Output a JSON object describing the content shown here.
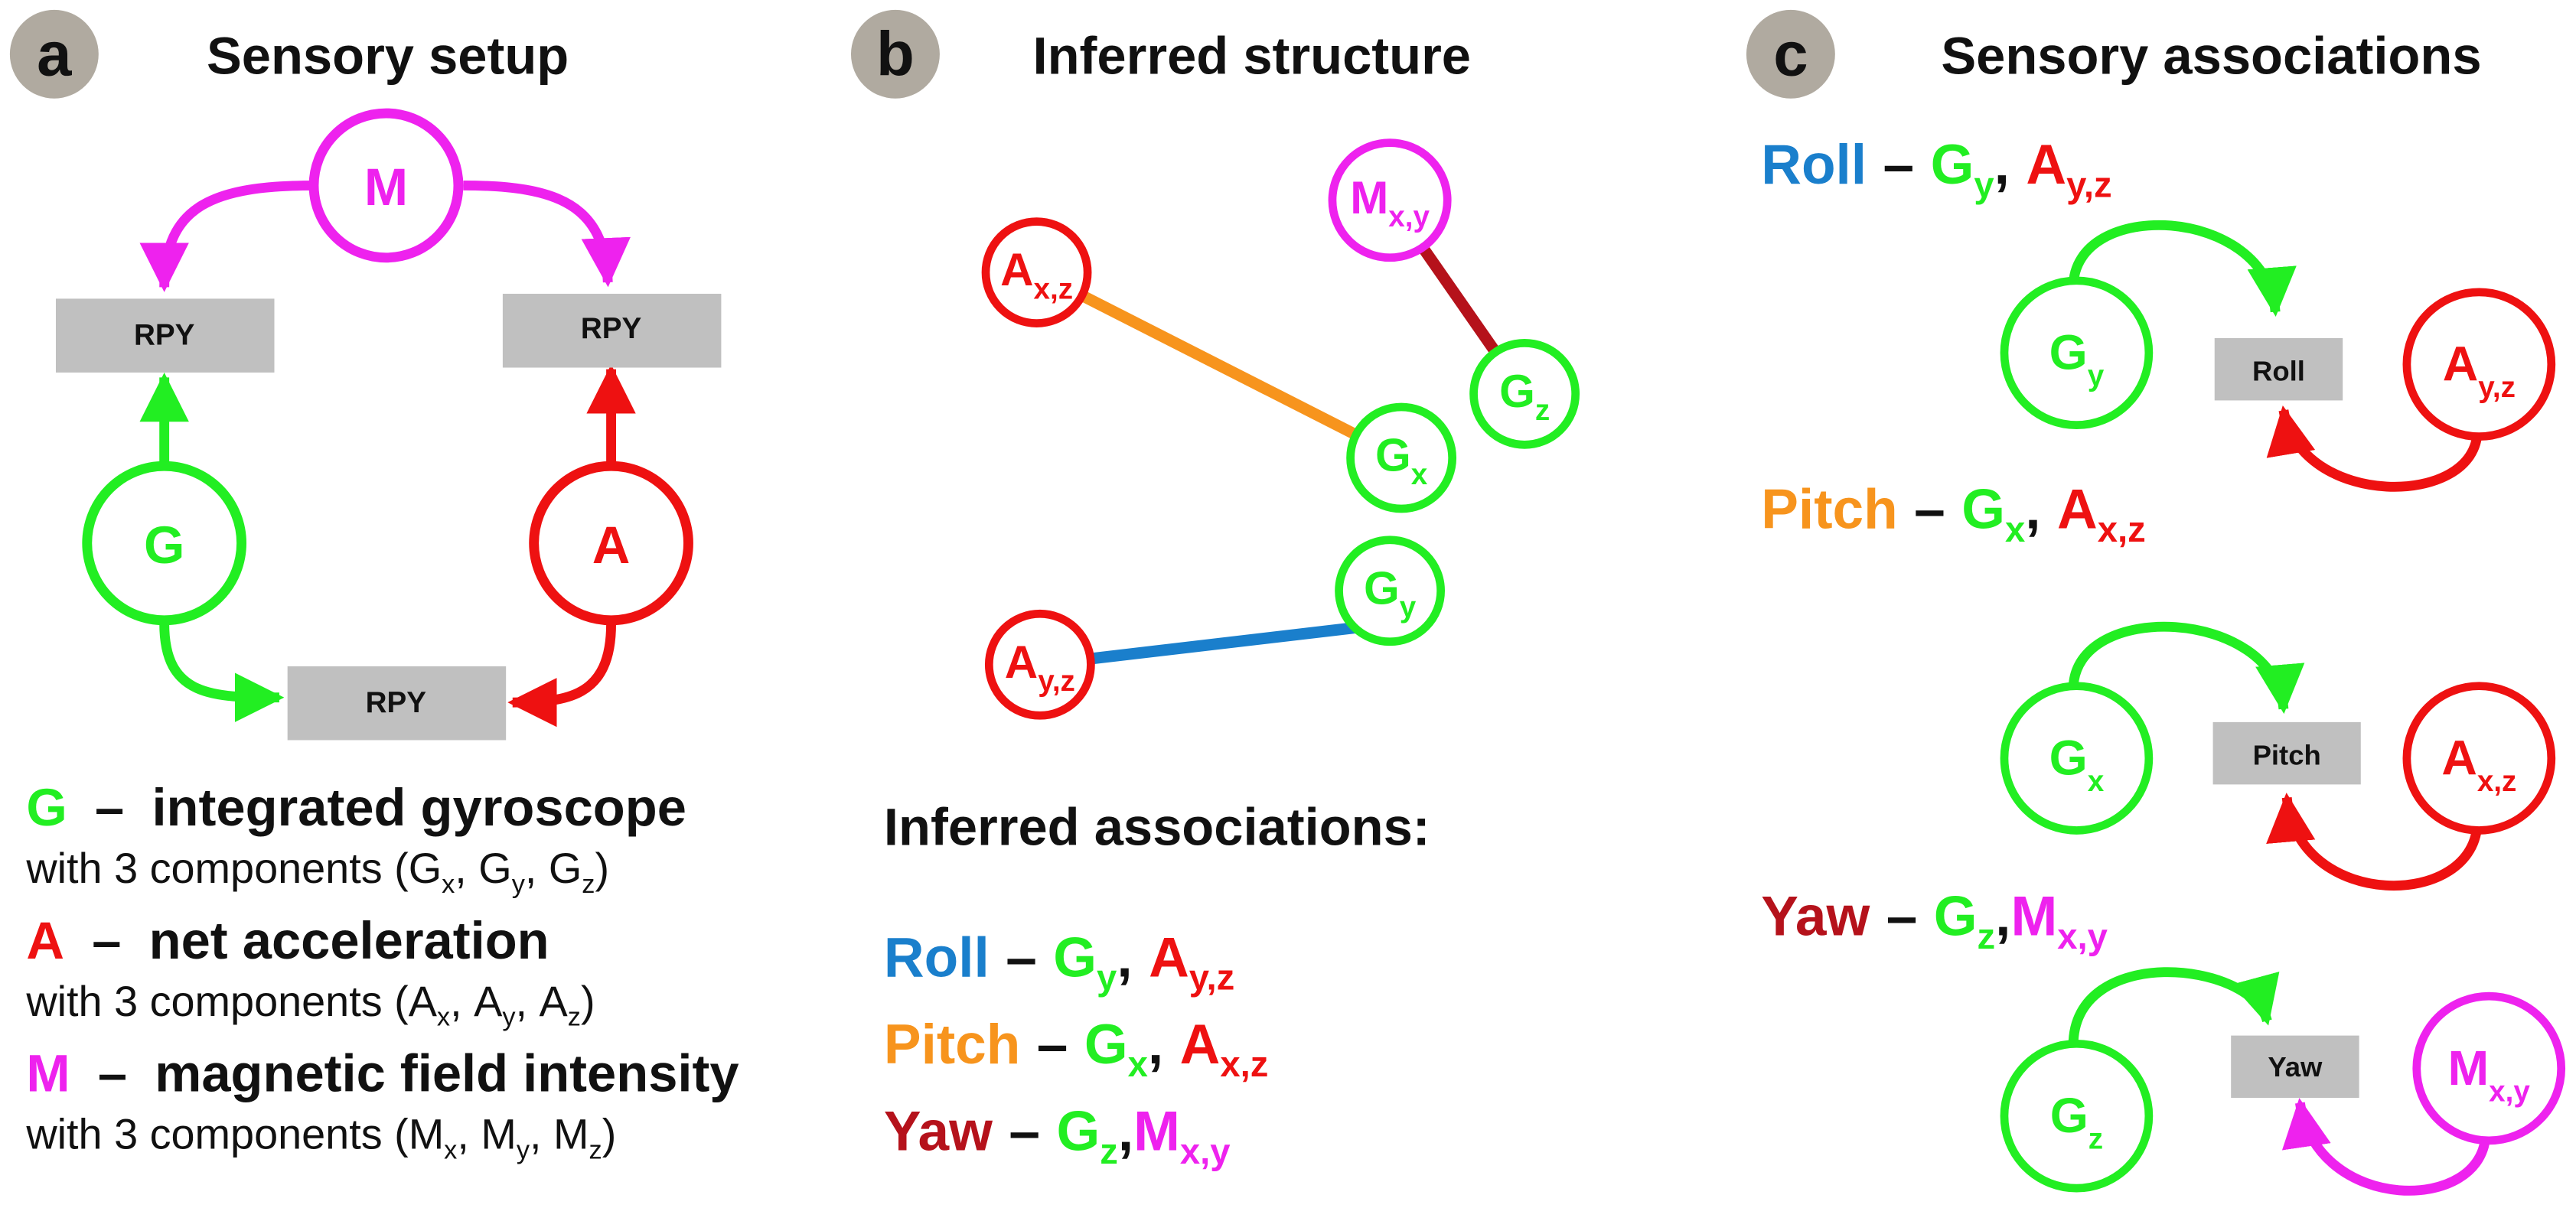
{
  "colors": {
    "gyro": "#22ee22",
    "accel": "#ee1111",
    "magnet": "#ee22ee",
    "roll": "#1a7fcc",
    "pitch": "#f7941d",
    "yaw": "#b5121b",
    "panel_badge": "#b0aaa0",
    "rpy_box": "#c0c0c0"
  },
  "panels": {
    "a": {
      "badge": "a",
      "title": "Sensory setup",
      "nodes": {
        "M": "M",
        "G": "G",
        "A": "A"
      },
      "rpy_label": "RPY",
      "legend": [
        {
          "letter": "G",
          "dash": "–",
          "name": "integrated gyroscope",
          "sub_prefix": "with 3 components (",
          "c1": "G",
          "s1": "x",
          "c2": "G",
          "s2": "y",
          "c3": "G",
          "s3": "z",
          "sub_suffix": ")"
        },
        {
          "letter": "A",
          "dash": "–",
          "name": "net acceleration",
          "sub_prefix": "with 3 components (",
          "c1": "A",
          "s1": "x",
          "c2": "A",
          "s2": "y",
          "c3": "A",
          "s3": "z",
          "sub_suffix": ")"
        },
        {
          "letter": "M",
          "dash": "–",
          "name": "magnetic field intensity",
          "sub_prefix": "with 3 components (",
          "c1": "M",
          "s1": "x",
          "c2": "M",
          "s2": "y",
          "c3": "M",
          "s3": "z",
          "sub_suffix": ")"
        }
      ]
    },
    "b": {
      "badge": "b",
      "title": "Inferred structure",
      "nodes": {
        "axz": {
          "base": "A",
          "sub": "x,z"
        },
        "mxy": {
          "base": "M",
          "sub": "x,y"
        },
        "gz": {
          "base": "G",
          "sub": "z"
        },
        "gx": {
          "base": "G",
          "sub": "x"
        },
        "gy": {
          "base": "G",
          "sub": "y"
        },
        "ayz": {
          "base": "A",
          "sub": "y,z"
        }
      },
      "assoc_title": "Inferred associations:",
      "associations": [
        {
          "name": "Roll",
          "dash": "–",
          "g": "G",
          "gs": "y",
          "sep": ",",
          "o": "A",
          "os": "y,z"
        },
        {
          "name": "Pitch",
          "dash": "–",
          "g": "G",
          "gs": "x",
          "sep": ",",
          "o": "A",
          "os": "x,z"
        },
        {
          "name": "Yaw",
          "dash": "–",
          "g": "G",
          "gs": "z",
          "sep": ",",
          "o": "M",
          "os": "x,y"
        }
      ]
    },
    "c": {
      "badge": "c",
      "title": "Sensory associations",
      "rows": [
        {
          "name": "Roll",
          "dash": "–",
          "g": "G",
          "gs": "y",
          "sep": ",",
          "o": "A",
          "os": "y,z",
          "box": "Roll"
        },
        {
          "name": "Pitch",
          "dash": "–",
          "g": "G",
          "gs": "x",
          "sep": ",",
          "o": "A",
          "os": "x,z",
          "box": "Pitch"
        },
        {
          "name": "Yaw",
          "dash": "–",
          "g": "G",
          "gs": "z",
          "sep": ",",
          "o": "M",
          "os": "x,y",
          "box": "Yaw"
        }
      ]
    }
  }
}
